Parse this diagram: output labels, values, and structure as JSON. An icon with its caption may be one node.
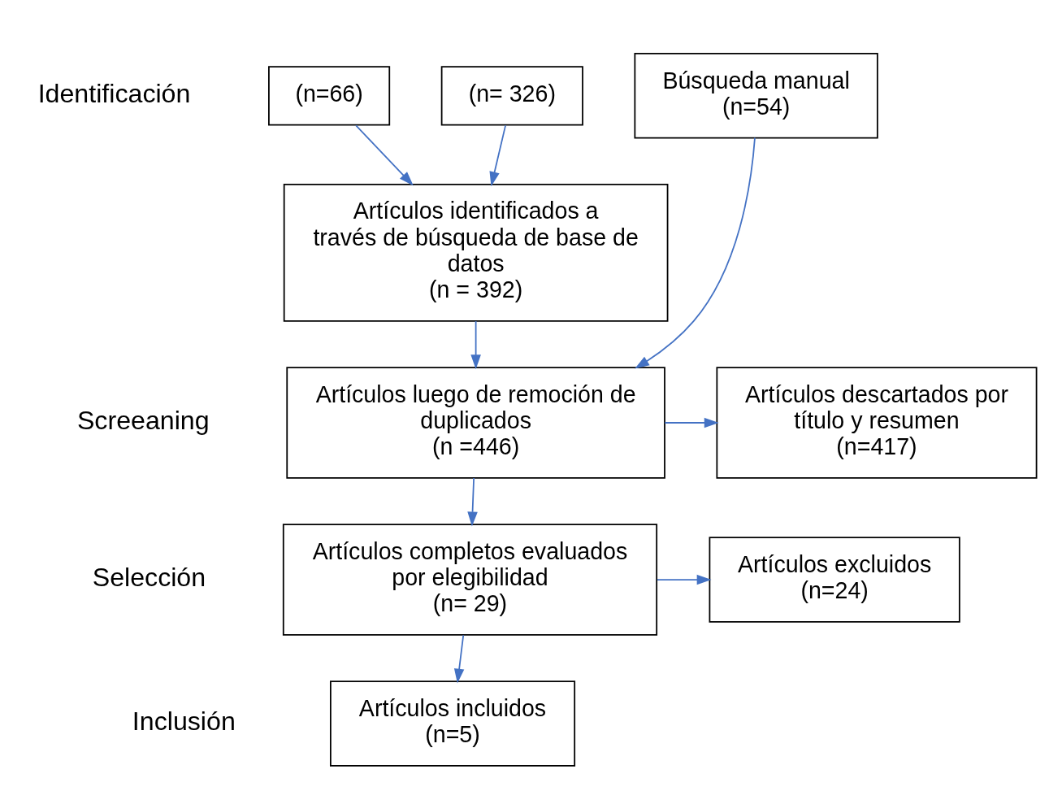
{
  "diagram": {
    "nodes": [
      {
        "text": [
          "(n= 326)"
        ]
      },
      {
        "text": [
          "(n=66)"
        ]
      },
      {
        "text": [
          "Búsqueda manual",
          "(n=54)"
        ]
      },
      {
        "text": [
          "Artículos identificados a través de búsqueda de base de datos",
          "(n = 392)"
        ]
      },
      {
        "text": [
          "Artículos luego de remoción de duplicados",
          "(n =446)"
        ]
      },
      {
        "text": [
          "Artículos descartados por título y resumen",
          "(n=417)"
        ]
      },
      {
        "text": [
          "Artículos completos evaluados por elegibilidad",
          "(n= 29)"
        ]
      },
      {
        "text": [
          "Artículos excluidos",
          "(n=24)"
        ]
      },
      {
        "text": [
          "Artículos incluidos",
          "(n=5)"
        ]
      }
    ],
    "edges": [
      {
        "from": 0,
        "to": 3,
        "arrow": "to"
      },
      {
        "from": 1,
        "to": 3,
        "arrow": "to"
      },
      {
        "from": 2,
        "to": 4,
        "arrow": "to"
      },
      {
        "from": 3,
        "to": 4,
        "arrow": "to"
      },
      {
        "from": 4,
        "to": 5,
        "arrow": "to"
      },
      {
        "from": 4,
        "to": 6,
        "arrow": "to"
      },
      {
        "from": 6,
        "to": 7,
        "arrow": "to"
      },
      {
        "from": 6,
        "to": 8,
        "arrow": "to"
      }
    ],
    "labels": [
      "Identificación",
      "Screeaning",
      "Selección",
      "Inclusión"
    ]
  }
}
